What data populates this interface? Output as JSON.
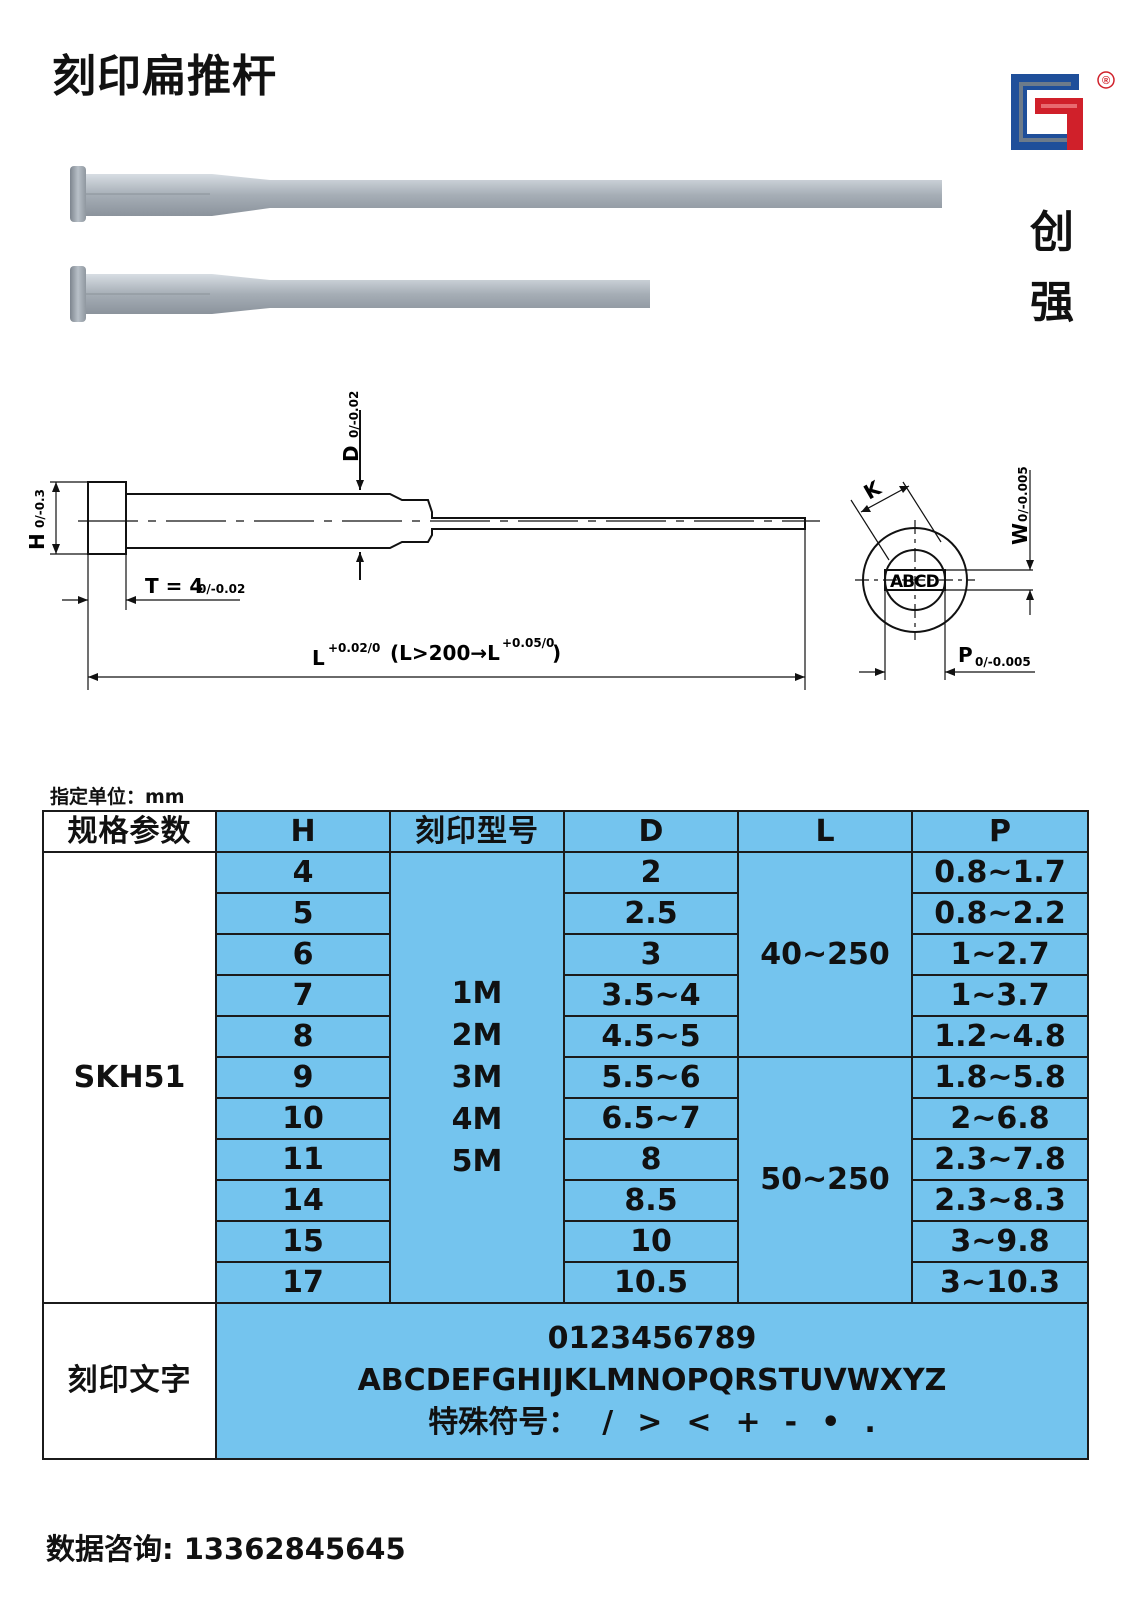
{
  "title": "刻印扁推杆",
  "brand": {
    "name_line1": "创",
    "name_line2": "强",
    "registered_mark": "®"
  },
  "drawing": {
    "label_d": "D",
    "tol_d": "0/-0.02",
    "label_h": "H",
    "tol_h": "0/-0.3",
    "label_t": "T = 4",
    "tol_t": "0/-0.02",
    "label_l": "L",
    "tol_l": "+0.02/0",
    "label_l_note": "(L>200→L",
    "tol_l_note": "+0.05/0",
    "label_l_note_end": ")",
    "label_k": "K",
    "label_w": "W",
    "tol_w": "0/-0.005",
    "label_p": "P",
    "tol_p": "0/-0.005",
    "engrave_sample": "ABCD"
  },
  "unit_note": "指定单位：mm",
  "table": {
    "headers": [
      "规格参数",
      "H",
      "刻印型号",
      "D",
      "L",
      "P"
    ],
    "material": "SKH51",
    "engrave_models": [
      "1M",
      "2M",
      "3M",
      "4M",
      "5M"
    ],
    "l_ranges": [
      "40~250",
      "50~250"
    ],
    "rows": [
      {
        "h": "4",
        "d": "2",
        "p": "0.8~1.7"
      },
      {
        "h": "5",
        "d": "2.5",
        "p": "0.8~2.2"
      },
      {
        "h": "6",
        "d": "3",
        "p": "1~2.7"
      },
      {
        "h": "7",
        "d": "3.5~4",
        "p": "1~3.7"
      },
      {
        "h": "8",
        "d": "4.5~5",
        "p": "1.2~4.8"
      },
      {
        "h": "9",
        "d": "5.5~6",
        "p": "1.8~5.8"
      },
      {
        "h": "10",
        "d": "6.5~7",
        "p": "2~6.8"
      },
      {
        "h": "11",
        "d": "8",
        "p": "2.3~7.8"
      },
      {
        "h": "14",
        "d": "8.5",
        "p": "2.3~8.3"
      },
      {
        "h": "15",
        "d": "10",
        "p": "3~9.8"
      },
      {
        "h": "17",
        "d": "10.5",
        "p": "3~10.3"
      }
    ],
    "engrave_label": "刻印文字",
    "engrave_digits": "0123456789",
    "engrave_letters": "ABCDEFGHIJKLMNOPQRSTUVWXYZ",
    "engrave_symbols_label": "特殊符号：",
    "engrave_symbols": [
      "/",
      ">",
      "<",
      "+",
      "-",
      "•",
      "."
    ]
  },
  "contact": "数据咨询: 13362845645",
  "colors": {
    "table_blue": "#74c4ee",
    "brand_blue": "#1f4f9a",
    "brand_red": "#d0202a",
    "pin_gray": "#a9b0b8"
  }
}
